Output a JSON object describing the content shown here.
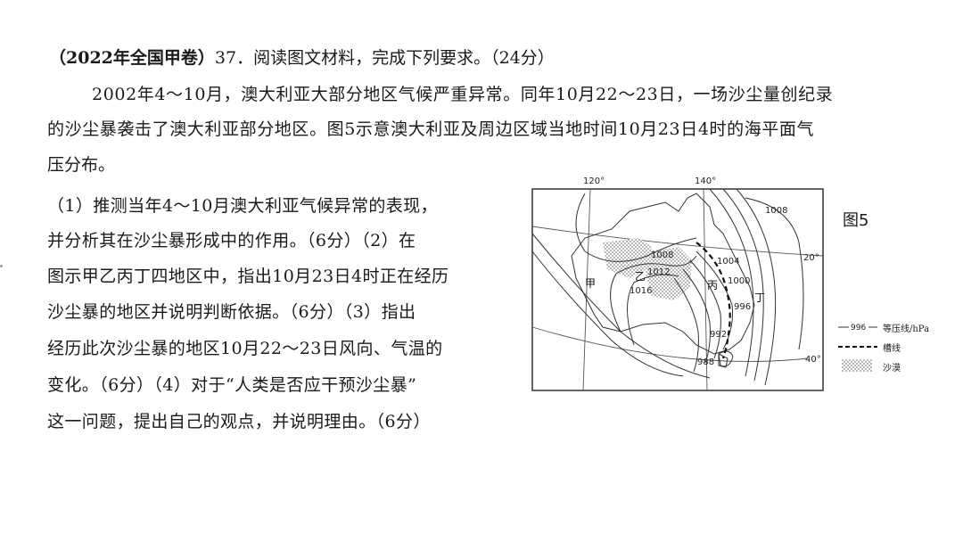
{
  "question": {
    "source": "（2022年全国甲卷）",
    "number_title": "37．阅读图文材料，完成下列要求。（24分）",
    "passage": {
      "line1": "2002年4～10月，澳大利亚大部分地区气候严重异常。同年10月22～23日，一场沙尘量创纪录",
      "line2": "的沙尘暴袭击了澳大利亚部分地区。图5示意澳大利亚及周边区域当地时间10月23日4时的海平面气",
      "line3": "压分布。"
    },
    "subquestions": [
      "（1）推测当年4～10月澳大利亚气候异常的表现，",
      "并分析其在沙尘暴形成中的作用。（6分）（2）在",
      "图示甲乙丙丁四地区中，指出10月23日4时正在经历",
      "沙尘暴的地区并说明判断依据。（6分）（3）指出",
      "经历此次沙尘暴的地区10月22～23日风向、气温的",
      "变化。（6分）（4）对于“人类是否应干预沙尘暴”",
      "这一问题，提出自己的观点，并说明理由。（6分）"
    ]
  },
  "figure": {
    "label": "图5",
    "longitudes": [
      "120°",
      "140°"
    ],
    "latitudes": [
      "20°",
      "40°"
    ],
    "isobar_labels": [
      "1008",
      "1004",
      "1000",
      "996",
      "992",
      "988",
      "1012",
      "1016",
      "1008"
    ],
    "regions": [
      "甲",
      "乙",
      "丙",
      "丁"
    ],
    "legend": {
      "isobar_sample": "996",
      "isobar": "等压线/hPa",
      "trough": "槽线",
      "desert": "沙漠"
    }
  }
}
